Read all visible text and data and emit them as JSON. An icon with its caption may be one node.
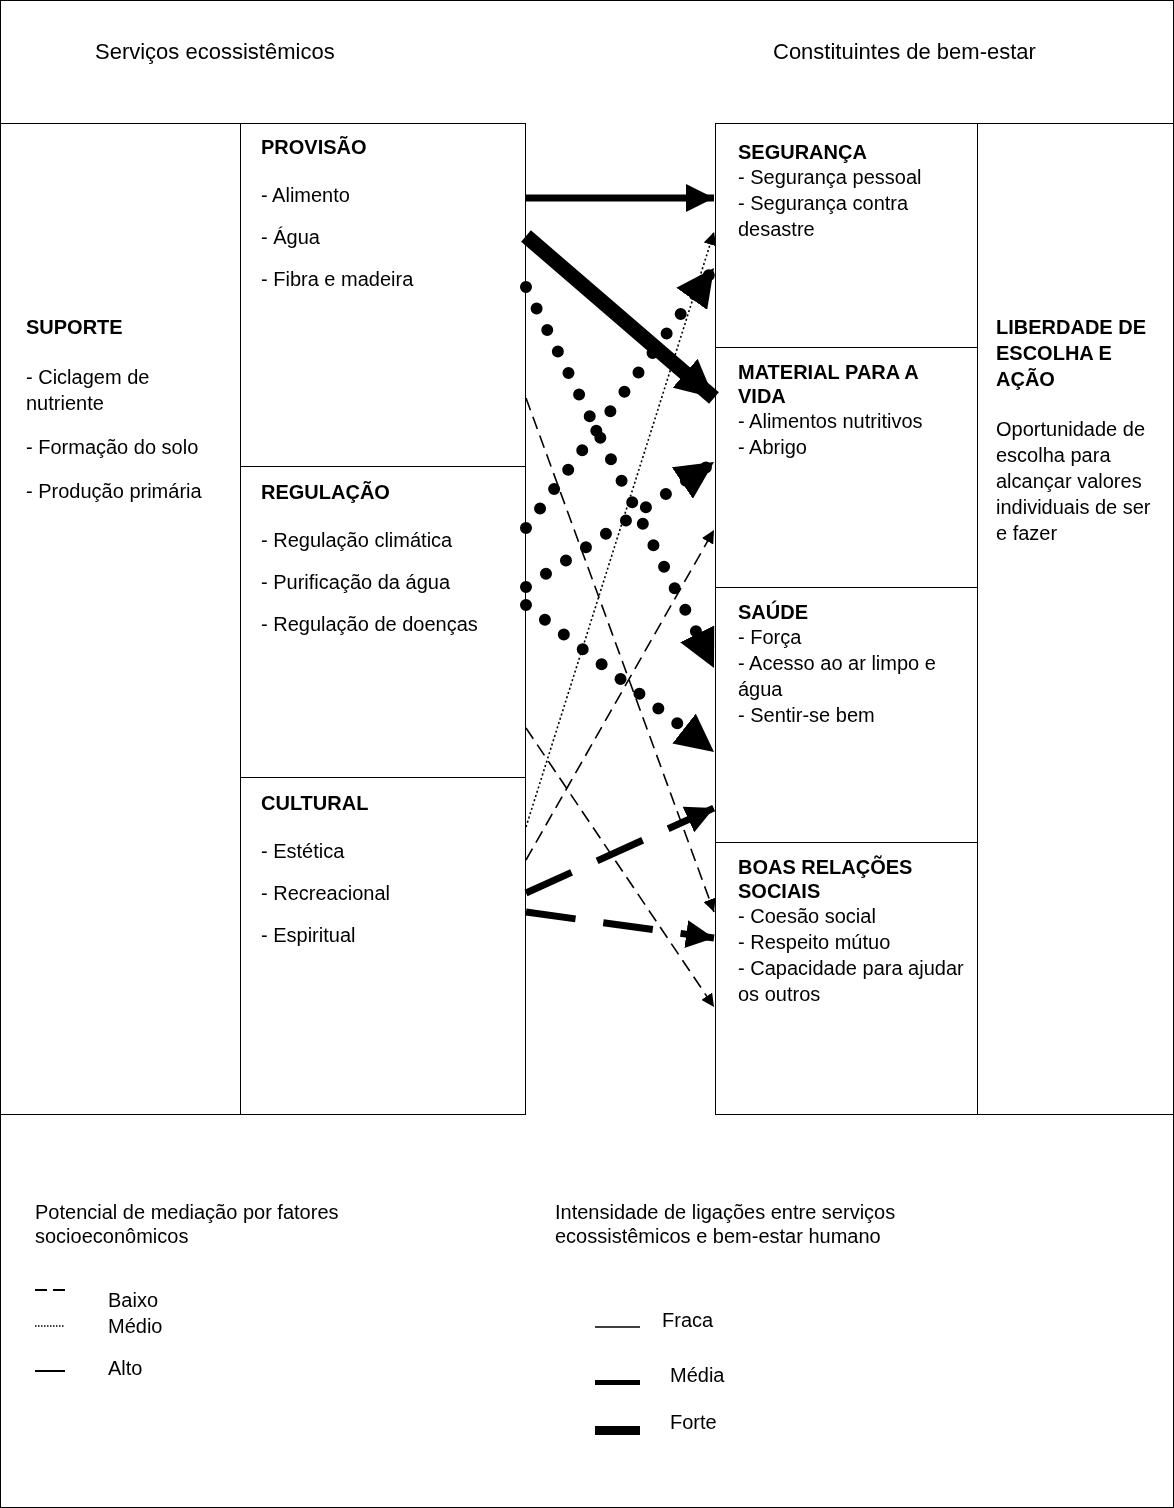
{
  "diagram": {
    "nodes": [
      {
        "text": [
          "SUPORTE",
          "- Ciclagem de nutriente",
          "- Formação do solo",
          "- Produção primária"
        ]
      },
      {
        "text": [
          "PROVISÃO",
          "- Alimento",
          "- Água",
          "- Fibra e madeira"
        ]
      },
      {
        "text": [
          "REGULAÇÃO",
          "- Regulação climática",
          "- Purificação da água",
          "- Regulação de doenças"
        ]
      },
      {
        "text": [
          "CULTURAL",
          "- Estética",
          "- Recreacional",
          "- Espiritual"
        ]
      },
      {
        "text": [
          "SEGURANÇA",
          "- Segurança pessoal",
          "- Segurança contra desastre"
        ]
      },
      {
        "text": [
          "MATERIAL PARA A VIDA",
          "- Alimentos nutritivos",
          "- Abrigo"
        ]
      },
      {
        "text": [
          "SAÚDE",
          "- Força",
          "- Acesso ao ar limpo e água",
          "- Sentir-se bem"
        ]
      },
      {
        "text": [
          "BOAS RELAÇÕES SOCIAIS",
          "- Coesão social",
          "- Respeito mútuo",
          "- Capacidade para ajudar os outros"
        ]
      },
      {
        "text": [
          "LIBERDADE DE ESCOLHA E AÇÃO",
          "Oportunidade de escolha para alcançar valores individuais de ser e fazer"
        ]
      }
    ],
    "edges": [
      {
        "from": 1,
        "to": 4,
        "arrow": "to"
      },
      {
        "from": 1,
        "to": 5,
        "arrow": "to",
        "style": "thick"
      },
      {
        "from": 1,
        "to": 6,
        "arrow": "to",
        "style": "dashed"
      },
      {
        "from": 2,
        "to": 4,
        "arrow": "to",
        "style": "dashed"
      },
      {
        "from": 2,
        "to": 5,
        "arrow": "to",
        "style": "dashed"
      },
      {
        "from": 2,
        "to": 6,
        "arrow": "to",
        "style": "dashed"
      },
      {
        "from": 1,
        "to": 7,
        "arrow": "to",
        "style": "dashed"
      },
      {
        "from": 2,
        "to": 7,
        "arrow": "to",
        "style": "dashed"
      },
      {
        "from": 3,
        "to": 5,
        "arrow": "to",
        "style": "dashed"
      },
      {
        "from": 3,
        "to": 4,
        "arrow": "to",
        "style": "dashed"
      },
      {
        "from": 3,
        "to": 6,
        "arrow": "to",
        "style": "dashed"
      },
      {
        "from": 3,
        "to": 7,
        "arrow": "to",
        "style": "dashed"
      }
    ],
    "labels": [
      "Serviços ecossistêmicos",
      "Constituintes de bem-estar",
      "Potencial de mediação por fatores socioeconômicos",
      "Intensidade de ligações entre serviços ecossistêmicos e bem-estar humano"
    ],
    "legend": [
      {
        "text": "Baixo"
      },
      {
        "text": "Médio"
      },
      {
        "text": "Alto"
      },
      {
        "text": "Fraca"
      },
      {
        "text": "Média"
      },
      {
        "text": "Forte"
      }
    ]
  }
}
